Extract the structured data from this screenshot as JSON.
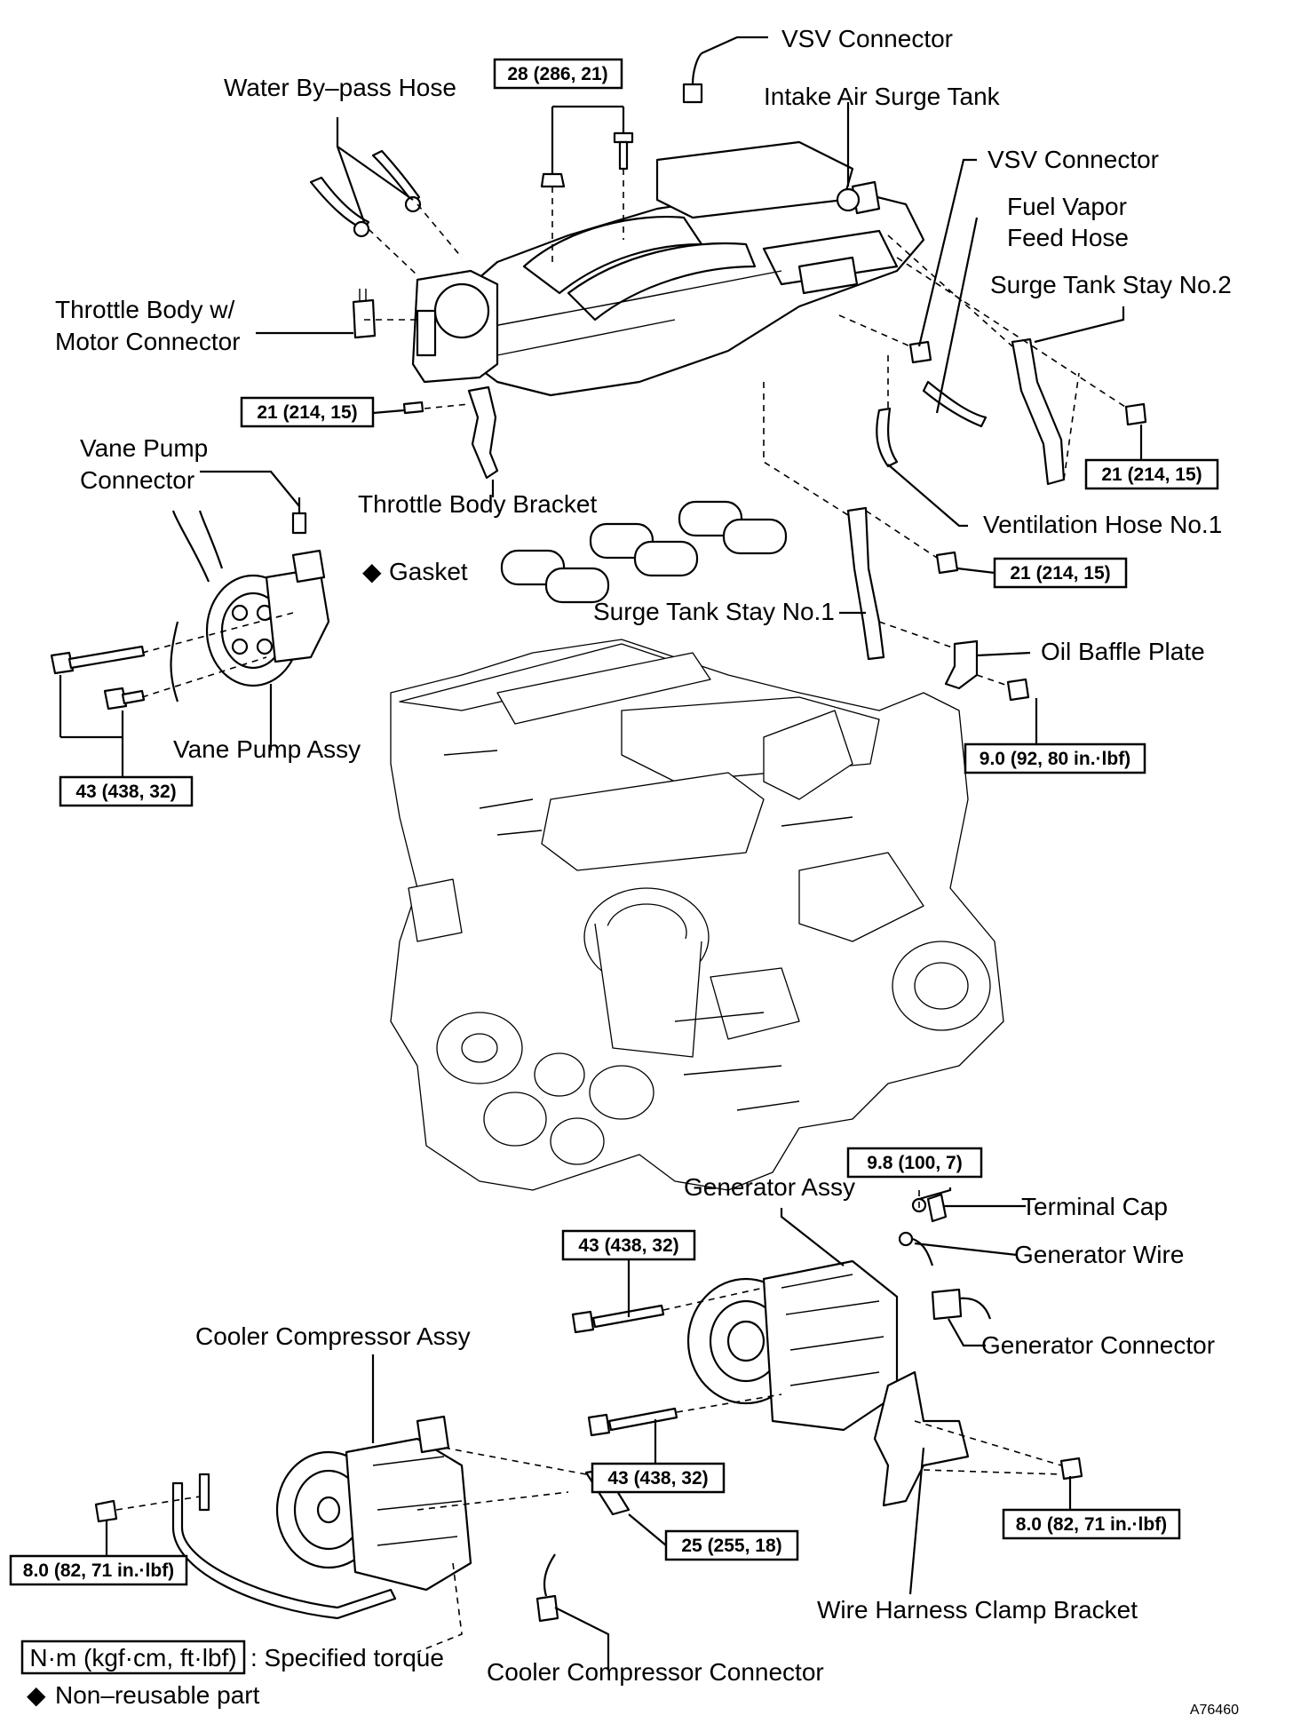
{
  "labels": {
    "vsv_connector_top": "VSV Connector",
    "water_bypass_hose": "Water By–pass Hose",
    "intake_air_surge_tank": "Intake Air Surge Tank",
    "vsv_connector_right": "VSV Connector",
    "fuel_vapor_line1": "Fuel Vapor",
    "fuel_vapor_line2": "Feed Hose",
    "surge_tank_stay_no2": "Surge Tank Stay No.2",
    "throttle_body_line1": "Throttle Body w/",
    "throttle_body_line2": "Motor Connector",
    "vane_pump_connector_line1": "Vane Pump",
    "vane_pump_connector_line2": "Connector",
    "throttle_body_bracket": "Throttle Body Bracket",
    "ventilation_hose_no1": "Ventilation Hose No.1",
    "gasket": "Gasket",
    "surge_tank_stay_no1": "Surge Tank Stay No.1",
    "oil_baffle_plate": "Oil Baffle Plate",
    "vane_pump_assy": "Vane Pump Assy",
    "generator_assy": "Generator Assy",
    "terminal_cap": "Terminal Cap",
    "generator_wire": "Generator Wire",
    "generator_connector": "Generator Connector",
    "cooler_compressor_assy": "Cooler Compressor Assy",
    "wire_harness_clamp_bracket": "Wire Harness Clamp Bracket",
    "cooler_compressor_connector": "Cooler Compressor Connector"
  },
  "torque_specs": {
    "surge_tank_top": "28 (286, 21)",
    "throttle_bracket": "21 (214, 15)",
    "stay_no2": "21 (214, 15)",
    "stay_no1": "21 (214, 15)",
    "oil_baffle": "9.0 (92, 80 in.·lbf)",
    "vane_pump": "43 (438, 32)",
    "terminal": "9.8 (100, 7)",
    "generator_upper": "43 (438, 32)",
    "generator_lower": "43 (438, 32)",
    "compressor_left": "8.0 (82, 71 in.·lbf)",
    "compressor_bolt": "25 (255, 18)",
    "clamp_bracket": "8.0 (82, 71 in.·lbf)"
  },
  "legend": {
    "unit_box": "N·m (kgf·cm, ft·lbf)",
    "unit_desc": ": Specified torque",
    "nonreusable": "Non–reusable part",
    "marker": "◆"
  },
  "figure_code": "A76460"
}
